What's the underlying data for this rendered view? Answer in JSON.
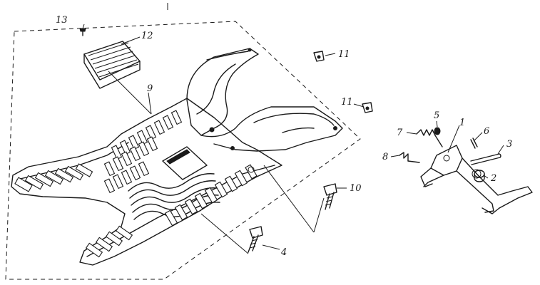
{
  "callouts": [
    {
      "id": "c1",
      "text": "1"
    },
    {
      "id": "c2",
      "text": "2"
    },
    {
      "id": "c3",
      "text": "3"
    },
    {
      "id": "c4",
      "text": "4"
    },
    {
      "id": "c5",
      "text": "5"
    },
    {
      "id": "c6",
      "text": "6"
    },
    {
      "id": "c7",
      "text": "7"
    },
    {
      "id": "c8",
      "text": "8"
    },
    {
      "id": "c9",
      "text": "9"
    },
    {
      "id": "c10",
      "text": "10"
    },
    {
      "id": "c11a",
      "text": "11"
    },
    {
      "id": "c11b",
      "text": "11"
    },
    {
      "id": "c12",
      "text": "12"
    },
    {
      "id": "c13",
      "text": "13"
    }
  ],
  "colors": {
    "ink": "#1a1a1a",
    "paper": "#ffffff"
  }
}
